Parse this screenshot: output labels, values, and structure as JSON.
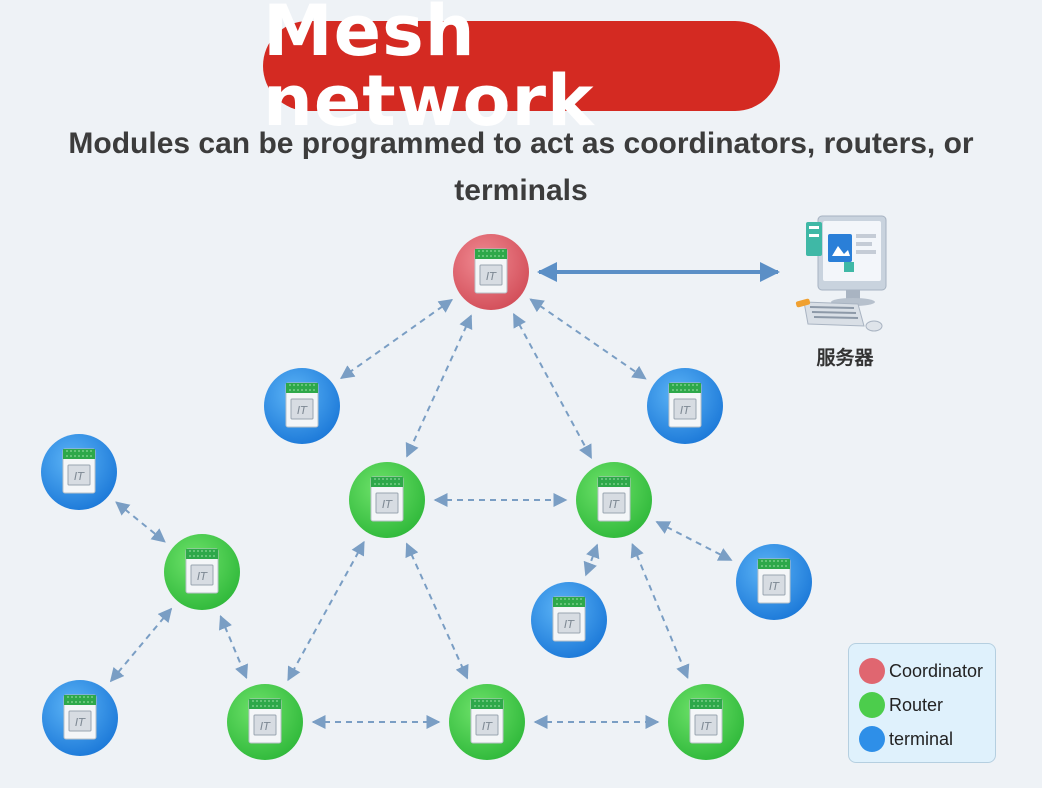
{
  "title": "Mesh network",
  "subtitle": "Modules can be programmed to act as coordinators, routers, or terminals",
  "server": {
    "label": "服务器",
    "icon": "computer-server-icon"
  },
  "module_icon": "wifi-module-icon",
  "colors": {
    "coordinator": "#e06670",
    "router": "#4ccd4c",
    "terminal": "#2e8fe8",
    "arrow": "#7a9ec4",
    "title_bg": "#d42a22"
  },
  "legend": [
    {
      "role": "coordinator",
      "label": "Coordinator"
    },
    {
      "role": "router",
      "label": "Router"
    },
    {
      "role": "terminal",
      "label": "terminal"
    }
  ],
  "nodes": [
    {
      "id": "c1",
      "role": "coordinator"
    },
    {
      "id": "t1",
      "role": "terminal"
    },
    {
      "id": "t2",
      "role": "terminal"
    },
    {
      "id": "r1",
      "role": "router"
    },
    {
      "id": "r2",
      "role": "router"
    },
    {
      "id": "t3",
      "role": "terminal"
    },
    {
      "id": "r3",
      "role": "router"
    },
    {
      "id": "t4",
      "role": "terminal"
    },
    {
      "id": "t5",
      "role": "terminal"
    },
    {
      "id": "t6",
      "role": "terminal"
    },
    {
      "id": "r4",
      "role": "router"
    },
    {
      "id": "r5",
      "role": "router"
    },
    {
      "id": "r6",
      "role": "router"
    }
  ],
  "links": [
    {
      "from": "c1",
      "to": "server",
      "style": "solid"
    },
    {
      "from": "c1",
      "to": "t1",
      "style": "dashed"
    },
    {
      "from": "c1",
      "to": "t2",
      "style": "dashed"
    },
    {
      "from": "c1",
      "to": "r1",
      "style": "dashed"
    },
    {
      "from": "c1",
      "to": "r2",
      "style": "dashed"
    },
    {
      "from": "r1",
      "to": "r2",
      "style": "dashed"
    },
    {
      "from": "r2",
      "to": "t5",
      "style": "dashed"
    },
    {
      "from": "r2",
      "to": "t6",
      "style": "dashed"
    },
    {
      "from": "r2",
      "to": "r6",
      "style": "dashed"
    },
    {
      "from": "r1",
      "to": "r4",
      "style": "dashed"
    },
    {
      "from": "r1",
      "to": "r5",
      "style": "dashed"
    },
    {
      "from": "t3",
      "to": "r3",
      "style": "dashed"
    },
    {
      "from": "r3",
      "to": "t4",
      "style": "dashed"
    },
    {
      "from": "r3",
      "to": "r4",
      "style": "dashed"
    },
    {
      "from": "r4",
      "to": "r5",
      "style": "dashed"
    },
    {
      "from": "r5",
      "to": "r6",
      "style": "dashed"
    }
  ]
}
